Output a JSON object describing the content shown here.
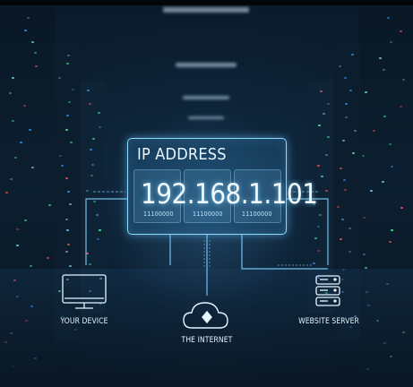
{
  "ip_panel": {
    "title": "IP ADDRESS",
    "address": "192.168.1.101",
    "binary": [
      "11100000",
      "11100000",
      "11100000"
    ]
  },
  "nodes": {
    "device": {
      "label": "YOUR DEVICE",
      "icon": "monitor-icon"
    },
    "internet": {
      "label": "THE INTERNET",
      "icon": "cloud-icon"
    },
    "server": {
      "label": "WEBSITE SERVER",
      "icon": "server-icon"
    }
  },
  "colors": {
    "accent": "#8fd8ff",
    "background": "#0b1a2a"
  }
}
